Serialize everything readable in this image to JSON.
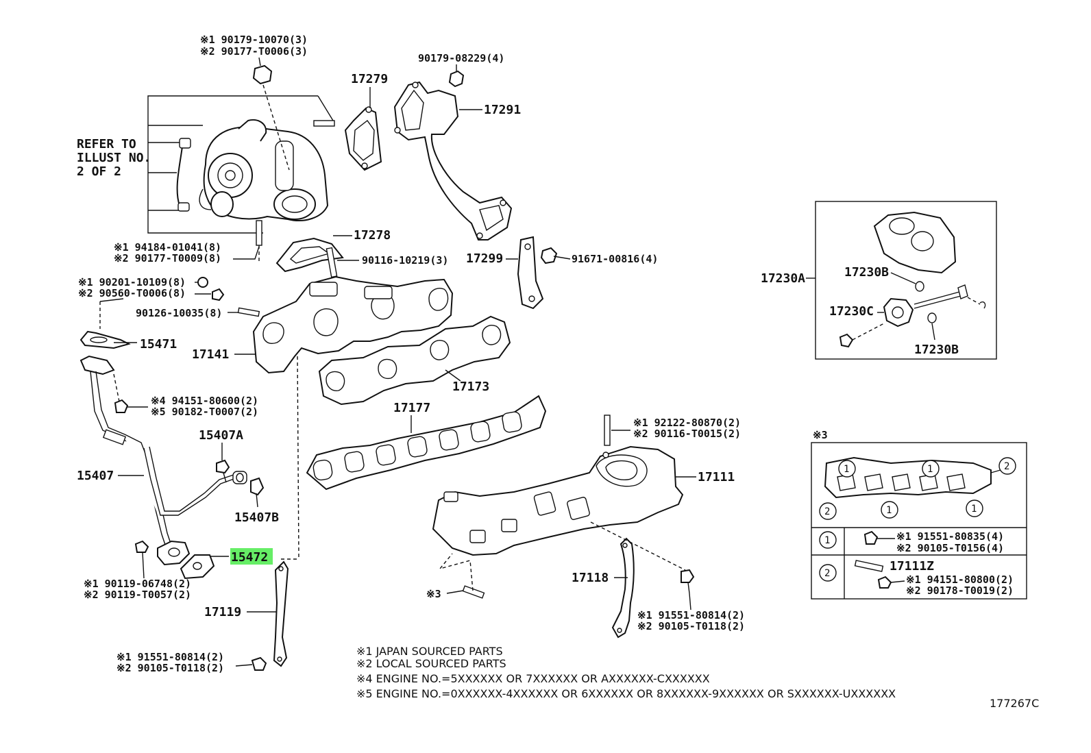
{
  "labels": {
    "p17279": "17279",
    "p17291": "17291",
    "p17278": "17278",
    "p17299": "17299",
    "p17141": "17141",
    "p17173": "17173",
    "p17177": "17177",
    "p17111": "17111",
    "p17118": "17118",
    "p17119": "17119",
    "p15471": "15471",
    "p15407": "15407",
    "p15407a": "15407A",
    "p15407b": "15407B",
    "p15472": "15472",
    "p17230a": "17230A",
    "p17230b_top": "17230B",
    "p17230b_bottom": "17230B",
    "p17230c": "17230C",
    "p17111z": "17111Z",
    "diagram_code": "177267C"
  },
  "refer": {
    "line1": "REFER TO",
    "line2": "ILLUST NO.",
    "line3": "2 OF 2"
  },
  "callouts": {
    "c1a": "※1 90179-10070(3)",
    "c1b": "※2 90177-T0006(3)",
    "c2": "90179-08229(4)",
    "c3a": "※1 94184-01041(8)",
    "c3b": "※2 90177-T0009(8)",
    "c4": "90116-10219(3)",
    "c5": "91671-00816(4)",
    "c6a": "※1 90201-10109(8)",
    "c6b": "※2 90560-T0006(8)",
    "c7": "90126-10035(8)",
    "c8a": "※4 94151-80600(2)",
    "c8b": "※5 90182-T0007(2)",
    "c9a": "※1 92122-80870(2)",
    "c9b": "※2 90116-T0015(2)",
    "c10a": "※1 90119-06748(2)",
    "c10b": "※2 90119-T0057(2)",
    "c11": "※3",
    "c12a": "※1 91551-80814(2)",
    "c12b": "※2 90105-T0118(2)",
    "c13a": "※1 91551-80814(2)",
    "c13b": "※2 90105-T0118(2)"
  },
  "table": {
    "title": "※3",
    "row1_key": "1",
    "row1_a": "※1 91551-80835(4)",
    "row1_b": "※2 90105-T0156(4)",
    "row2_key": "2",
    "row2_a": "※1 94151-80800(2)",
    "row2_b": "※2 90178-T0019(2)"
  },
  "gasket_markers": {
    "m1": "1",
    "m2": "1",
    "m3": "2",
    "m4": "2",
    "m5": "1",
    "m6": "1"
  },
  "notes": {
    "n1": "※1 JAPAN SOURCED PARTS",
    "n2": "※2 LOCAL SOURCED PARTS",
    "n3": "※4 ENGINE NO.=5XXXXXX OR 7XXXXXX OR AXXXXXX-CXXXXXX",
    "n4": "※5 ENGINE NO.=0XXXXXX-4XXXXXX OR 6XXXXXX OR 8XXXXXX-9XXXXXX OR SXXXXXX-UXXXXXX"
  },
  "colors": {
    "highlight": "#66ee66",
    "ink": "#111111",
    "background": "#ffffff"
  }
}
